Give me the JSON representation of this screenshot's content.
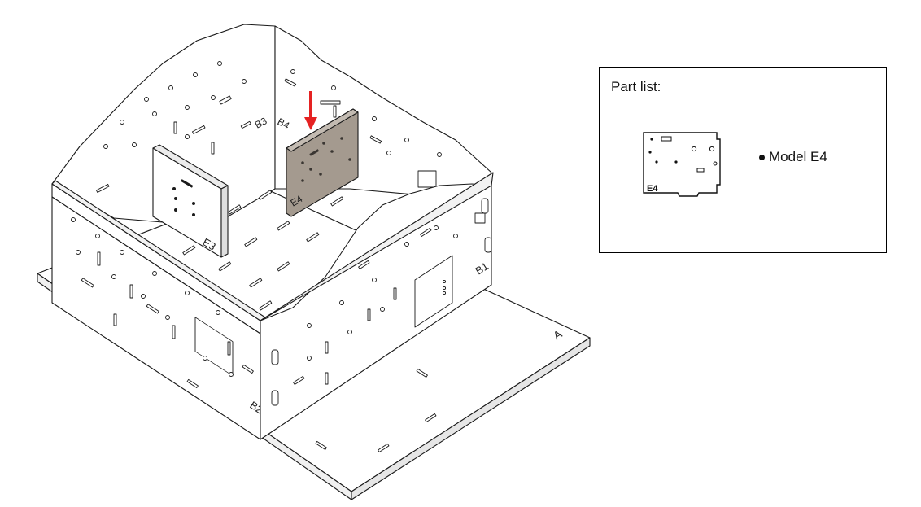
{
  "labels": {
    "base": "A",
    "wall_right": "B1",
    "wall_front": "B2",
    "wall_left": "B3",
    "wall_back": "B4",
    "panel_left": "E3",
    "panel_center": "E4"
  },
  "part_list": {
    "title": "Part list:",
    "thumbnail_label": "E4",
    "items": [
      "Model E4"
    ]
  },
  "colors": {
    "arrow": "#e52222",
    "highlight_panel": "#a49a8f",
    "outline": "#1a1a1a"
  }
}
